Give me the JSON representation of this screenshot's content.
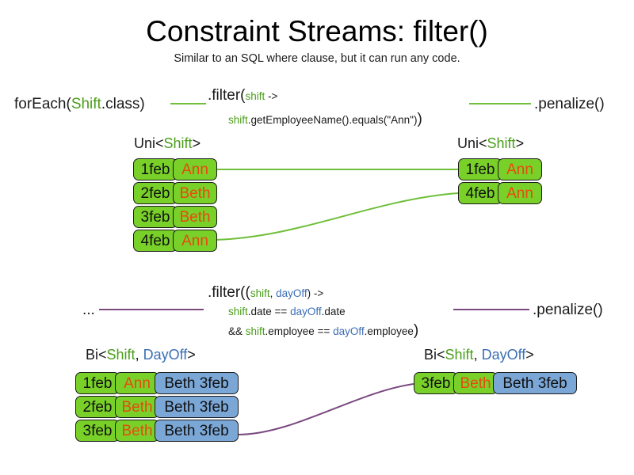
{
  "page": {
    "title": "Constraint Streams: filter()",
    "subtitle": "Similar to an SQL where clause, but it can run any code."
  },
  "colors": {
    "shift_green": "#4a9e19",
    "dayoff_blue": "#3b6eb5",
    "box_green": "#79d029",
    "box_blue": "#7ba7d7",
    "name_orange": "#e8490f",
    "wire_green": "#6fbf3a",
    "wire_purple": "#7a4a80",
    "box_border": "#1b1b1b"
  },
  "uni_example": {
    "source_label": {
      "prefix": "forEach(",
      "type": "Shift",
      "suffix": ".class)"
    },
    "filter_line1": {
      "head": ".filter(",
      "param": "shift",
      "tail": " ->"
    },
    "filter_line2": {
      "param": "shift",
      "body": ".getEmployeeName().equals(\"Ann\")",
      "close": ")"
    },
    "penalize_label": ".penalize()",
    "input_stream": {
      "label_prefix": "Uni<",
      "label_type": "Shift",
      "label_suffix": ">",
      "rows": [
        {
          "date": "1feb",
          "name": "Ann"
        },
        {
          "date": "2feb",
          "name": "Beth"
        },
        {
          "date": "3feb",
          "name": "Beth"
        },
        {
          "date": "4feb",
          "name": "Ann"
        }
      ]
    },
    "output_stream": {
      "label_prefix": "Uni<",
      "label_type": "Shift",
      "label_suffix": ">",
      "rows": [
        {
          "date": "1feb",
          "name": "Ann"
        },
        {
          "date": "4feb",
          "name": "Ann"
        }
      ]
    }
  },
  "bi_example": {
    "source_label": "...",
    "filter_line1": {
      "head": ".filter((",
      "param1": "shift",
      "comma": ", ",
      "param2": "dayOff",
      "tail": ") ->"
    },
    "filter_line2": {
      "param1": "shift",
      "mid": ".date == ",
      "param2": "dayOff",
      "tail": ".date"
    },
    "filter_line3": {
      "lead": "&& ",
      "param1": "shift",
      "mid": ".employee == ",
      "param2": "dayOff",
      "tail": ".employee",
      "close": ")"
    },
    "penalize_label": ".penalize()",
    "input_stream": {
      "label_prefix": "Bi<",
      "label_type1": "Shift",
      "label_comma": ", ",
      "label_type2": "DayOff",
      "label_suffix": ">",
      "rows": [
        {
          "date": "1feb",
          "name": "Ann",
          "pair": "Beth 3feb"
        },
        {
          "date": "2feb",
          "name": "Beth",
          "pair": "Beth 3feb"
        },
        {
          "date": "3feb",
          "name": "Beth",
          "pair": "Beth 3feb"
        }
      ]
    },
    "output_stream": {
      "label_prefix": "Bi<",
      "label_type1": "Shift",
      "label_comma": ", ",
      "label_type2": "DayOff",
      "label_suffix": ">",
      "rows": [
        {
          "date": "3feb",
          "name": "Beth",
          "pair": "Beth 3feb"
        }
      ]
    }
  }
}
